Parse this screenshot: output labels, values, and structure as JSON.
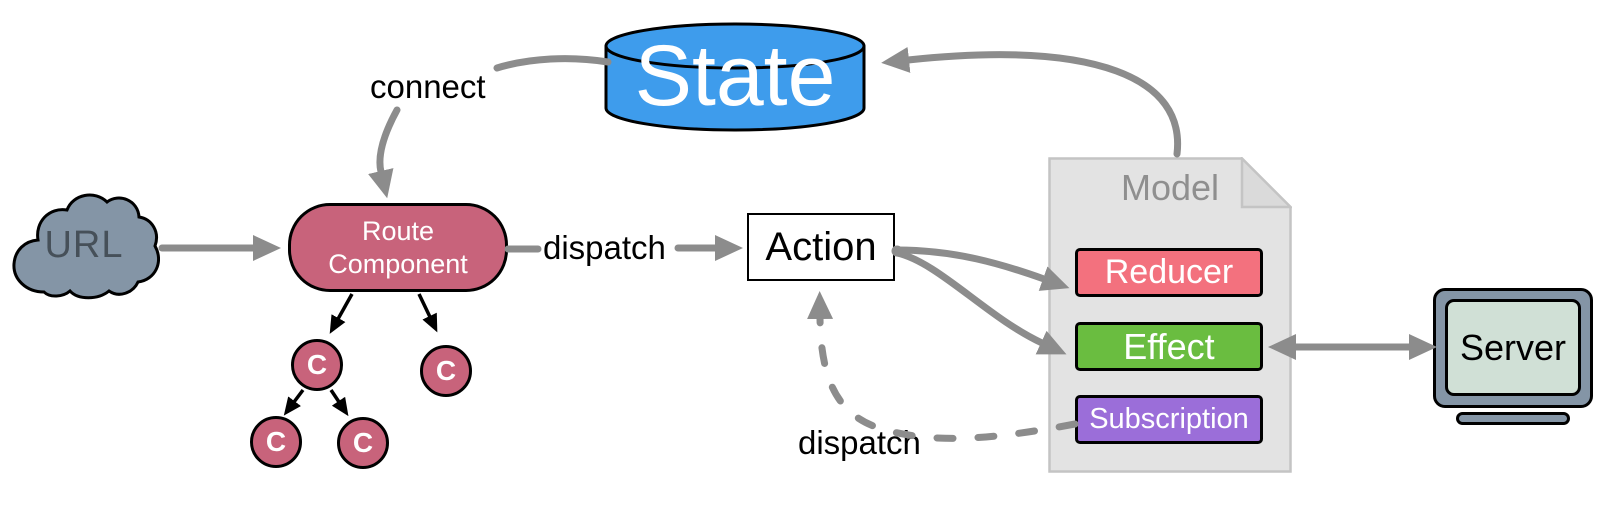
{
  "nodes": {
    "url": "URL",
    "state": "State",
    "route_component": "Route\nComponent",
    "action": "Action",
    "model": "Model",
    "reducer": "Reducer",
    "effect": "Effect",
    "subscription": "Subscription",
    "server": "Server"
  },
  "children_components": [
    "C",
    "C",
    "C",
    "C"
  ],
  "labels": {
    "connect": "connect",
    "dispatch_route": "dispatch",
    "dispatch_subscription": "dispatch"
  },
  "edges": [
    {
      "from": "url",
      "to": "route_component",
      "style": "solid-gray-arrow"
    },
    {
      "from": "state",
      "to": "route_component",
      "label": "connect",
      "style": "curved-gray-arrow"
    },
    {
      "from": "route_component",
      "to": "action",
      "label": "dispatch",
      "style": "solid-gray-arrow"
    },
    {
      "from": "action",
      "to": "reducer",
      "style": "curved-gray-arrow"
    },
    {
      "from": "action",
      "to": "effect",
      "style": "curved-gray-arrow"
    },
    {
      "from": "model",
      "to": "state",
      "style": "curved-gray-arrow"
    },
    {
      "from": "effect",
      "to": "server",
      "style": "double-headed-gray-arrow"
    },
    {
      "from": "subscription",
      "to": "action",
      "label": "dispatch",
      "style": "dashed-gray-arrow"
    },
    {
      "from": "route_component",
      "to": "component_tree",
      "style": "thin-black-arrows"
    }
  ],
  "colors": {
    "state_fill": "#3E9CEC",
    "rose": "#C8637B",
    "reducer": "#F3717E",
    "effect": "#6ABD40",
    "subscription": "#9B6ED9",
    "gray_blue": "#8495A6",
    "screen": "#D0E0D6",
    "model_bg": "#E3E3E3",
    "model_border": "#C4C4C4",
    "model_fold": "#DADADA",
    "arrow_gray": "#8C8C8C",
    "url_text": "#465059",
    "model_text": "#8F8F8F"
  }
}
